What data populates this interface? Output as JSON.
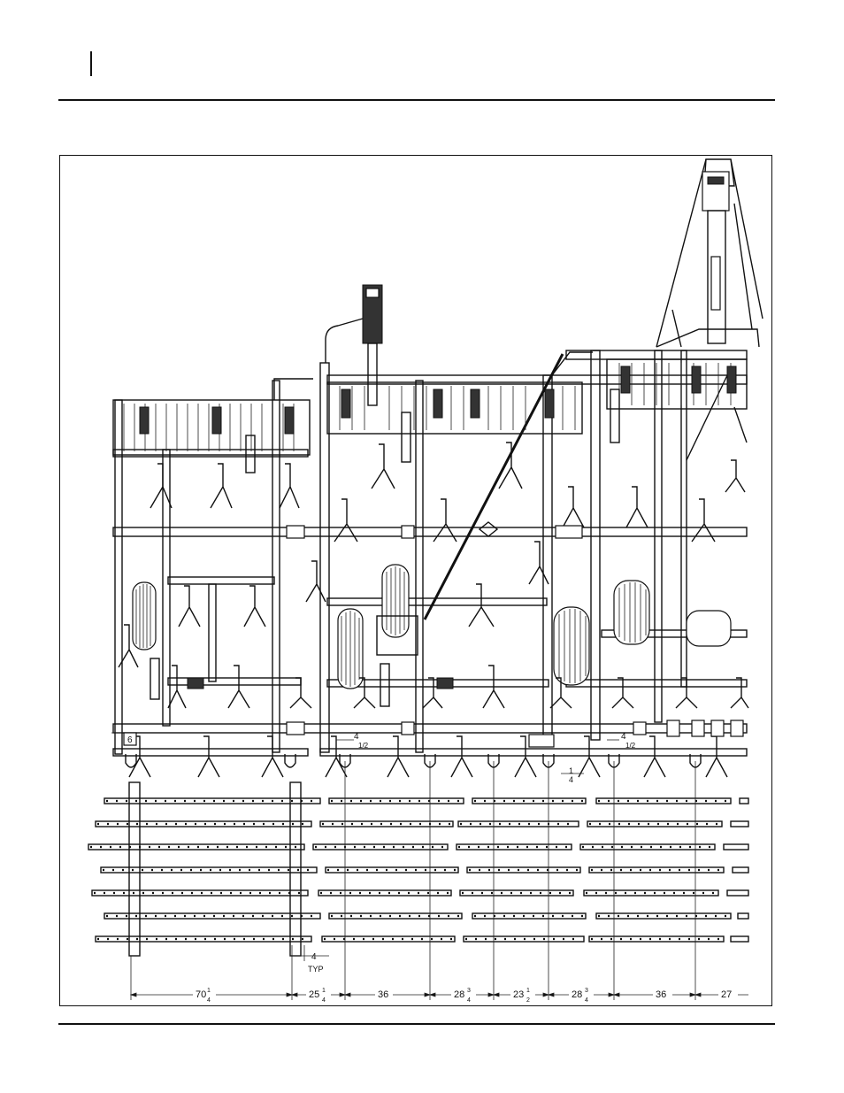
{
  "diagram": {
    "dimension_labels": {
      "left_margin": "6",
      "center_offset": "4",
      "center_offset_frac": "1/2",
      "right_offset": "4",
      "right_offset_frac": "1/2",
      "small_offset": "1",
      "small_offset_frac": "4",
      "typ_value": "4",
      "typ_label": "TYP"
    },
    "bottom_dimensions": [
      {
        "whole": "70",
        "num": "1",
        "den": "4"
      },
      {
        "whole": "25",
        "num": "1",
        "den": "4"
      },
      {
        "whole": "36",
        "num": "",
        "den": ""
      },
      {
        "whole": "28",
        "num": "3",
        "den": "4"
      },
      {
        "whole": "23",
        "num": "1",
        "den": "2"
      },
      {
        "whole": "28",
        "num": "3",
        "den": "4"
      },
      {
        "whole": "36",
        "num": "",
        "den": ""
      },
      {
        "whole": "27",
        "num": "",
        "den": ""
      }
    ]
  }
}
